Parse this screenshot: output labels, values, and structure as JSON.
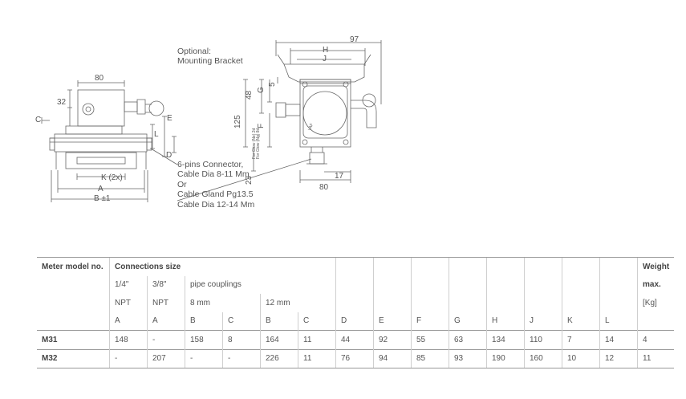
{
  "drawing": {
    "left_dims": {
      "width_top": "80",
      "height_top": "32",
      "c": "C",
      "e": "E",
      "d": "D",
      "l": "L",
      "k": "K (2x)",
      "a": "A",
      "b": "B ±1"
    },
    "right_dims": {
      "width": "97",
      "h": "H",
      "j": "J",
      "d48": "48",
      "g": "G",
      "five": "5",
      "d125": "125",
      "f": "F",
      "d23": "23",
      "d17": "17",
      "d80": "80"
    },
    "notes": {
      "bracket_line1": "Optional:",
      "bracket_line2": "Mounting Bracket",
      "connector_line1": "6-pins Connector,",
      "connector_line2": "Cable Dia 8-11 Mm",
      "connector_line3": "Or",
      "connector_line4": "Cable Gland Pg13.5",
      "connector_line5": "Cable Dia 12-14 Mm"
    },
    "side_label_1": "For Glow (Ne) 2d",
    "side_label_2": "For Glow (Ng) 8d",
    "gland_label": "VAF"
  },
  "table": {
    "head_model": "Meter model no.",
    "head_connections": "Connections size",
    "head_weight_1": "Weight",
    "head_weight_2": "max.",
    "head_weight_3": "[Kg]",
    "size_14": "1/4\"",
    "size_38": "3/8\"",
    "pipe_couplings": "pipe couplings",
    "npt1": "NPT",
    "npt2": "NPT",
    "mm8": "8 mm",
    "mm12": "12 mm",
    "letters": [
      "A",
      "A",
      "B",
      "C",
      "B",
      "C",
      "D",
      "E",
      "F",
      "G",
      "H",
      "J",
      "K",
      "L"
    ],
    "rows": [
      {
        "model": "M31",
        "cells": [
          "148",
          "-",
          "158",
          "8",
          "164",
          "11",
          "44",
          "92",
          "55",
          "63",
          "134",
          "110",
          "7",
          "14",
          "4"
        ]
      },
      {
        "model": "M32",
        "cells": [
          "-",
          "207",
          "-",
          "-",
          "226",
          "11",
          "76",
          "94",
          "85",
          "93",
          "190",
          "160",
          "10",
          "12",
          "11"
        ]
      }
    ]
  }
}
